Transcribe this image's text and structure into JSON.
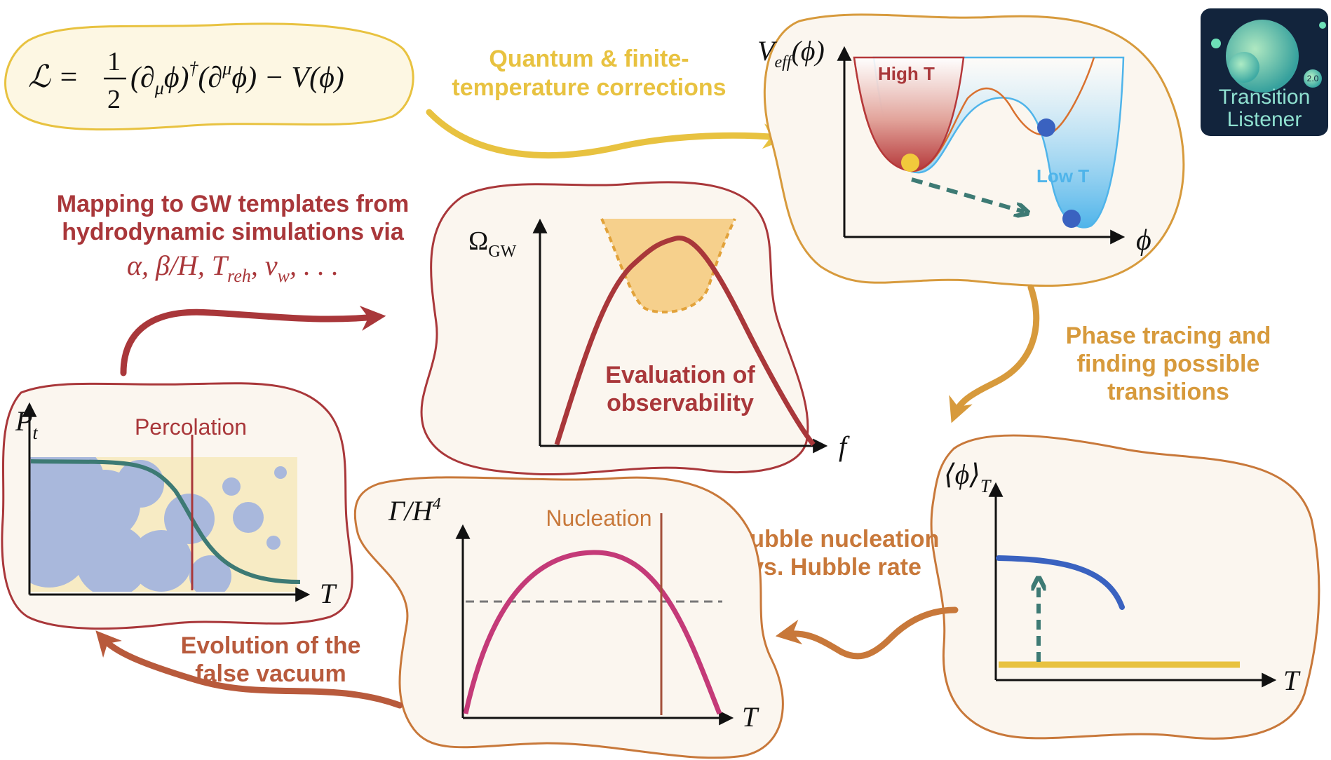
{
  "lagrangian": {
    "lhs": "ℒ = ",
    "half_num": "1",
    "half_den": "2",
    "rhs_1": "(∂",
    "mu_sub": "μ",
    "rhs_2": "ϕ)",
    "dagger": "†",
    "rhs_3": "(∂",
    "mu_sup": "μ",
    "rhs_4": "ϕ) − V(ϕ)"
  },
  "steps": {
    "quantum_line1": "Quantum & finite-",
    "quantum_line2": "temperature corrections",
    "phase_line1": "Phase tracing and",
    "phase_line2": "finding possible",
    "phase_line3": "transitions",
    "bubble_line1": "Bubble nucleation",
    "bubble_line2": "vs. Hubble rate",
    "evolution_line1": "Evolution of the",
    "evolution_line2": "false vacuum",
    "mapping_line1": "Mapping to GW templates from",
    "mapping_line2": "hydrodynamic simulations via",
    "mapping_params": "α, β/H, T",
    "mapping_reh": "reh",
    "mapping_vw": ", v",
    "mapping_w": "w",
    "mapping_dots": ", . . ."
  },
  "potential_panel": {
    "ylabel": "V",
    "ylabel_sub": "eff",
    "ylabel_arg": "(ϕ)",
    "xlabel": "ϕ",
    "high_t": "High T",
    "low_t": "Low T"
  },
  "gw_panel": {
    "ylabel": "Ω",
    "ylabel_sub": "GW",
    "xlabel": "f",
    "label_line1": "Evaluation of",
    "label_line2": "observability"
  },
  "vev_panel": {
    "ylabel": "⟨ϕ⟩",
    "ylabel_sub": "T",
    "xlabel": "T"
  },
  "nucleation_panel": {
    "ylabel": "Γ/H",
    "ylabel_sup": "4",
    "xlabel": "T",
    "label": "Nucleation"
  },
  "percolation_panel": {
    "ylabel": "P",
    "ylabel_sub": "t",
    "xlabel": "T",
    "label": "Percolation"
  },
  "logo": {
    "line1": "Transition",
    "line2": "Listener",
    "version": "2.0"
  },
  "colors": {
    "gold": "#e8c240",
    "orange": "#d79a3c",
    "brown": "#c8783a",
    "red": "#a9373a",
    "teal": "#3d7a74",
    "blue": "#3a62c0",
    "magenta": "#c43a78",
    "logo_bg": "#12243c"
  }
}
